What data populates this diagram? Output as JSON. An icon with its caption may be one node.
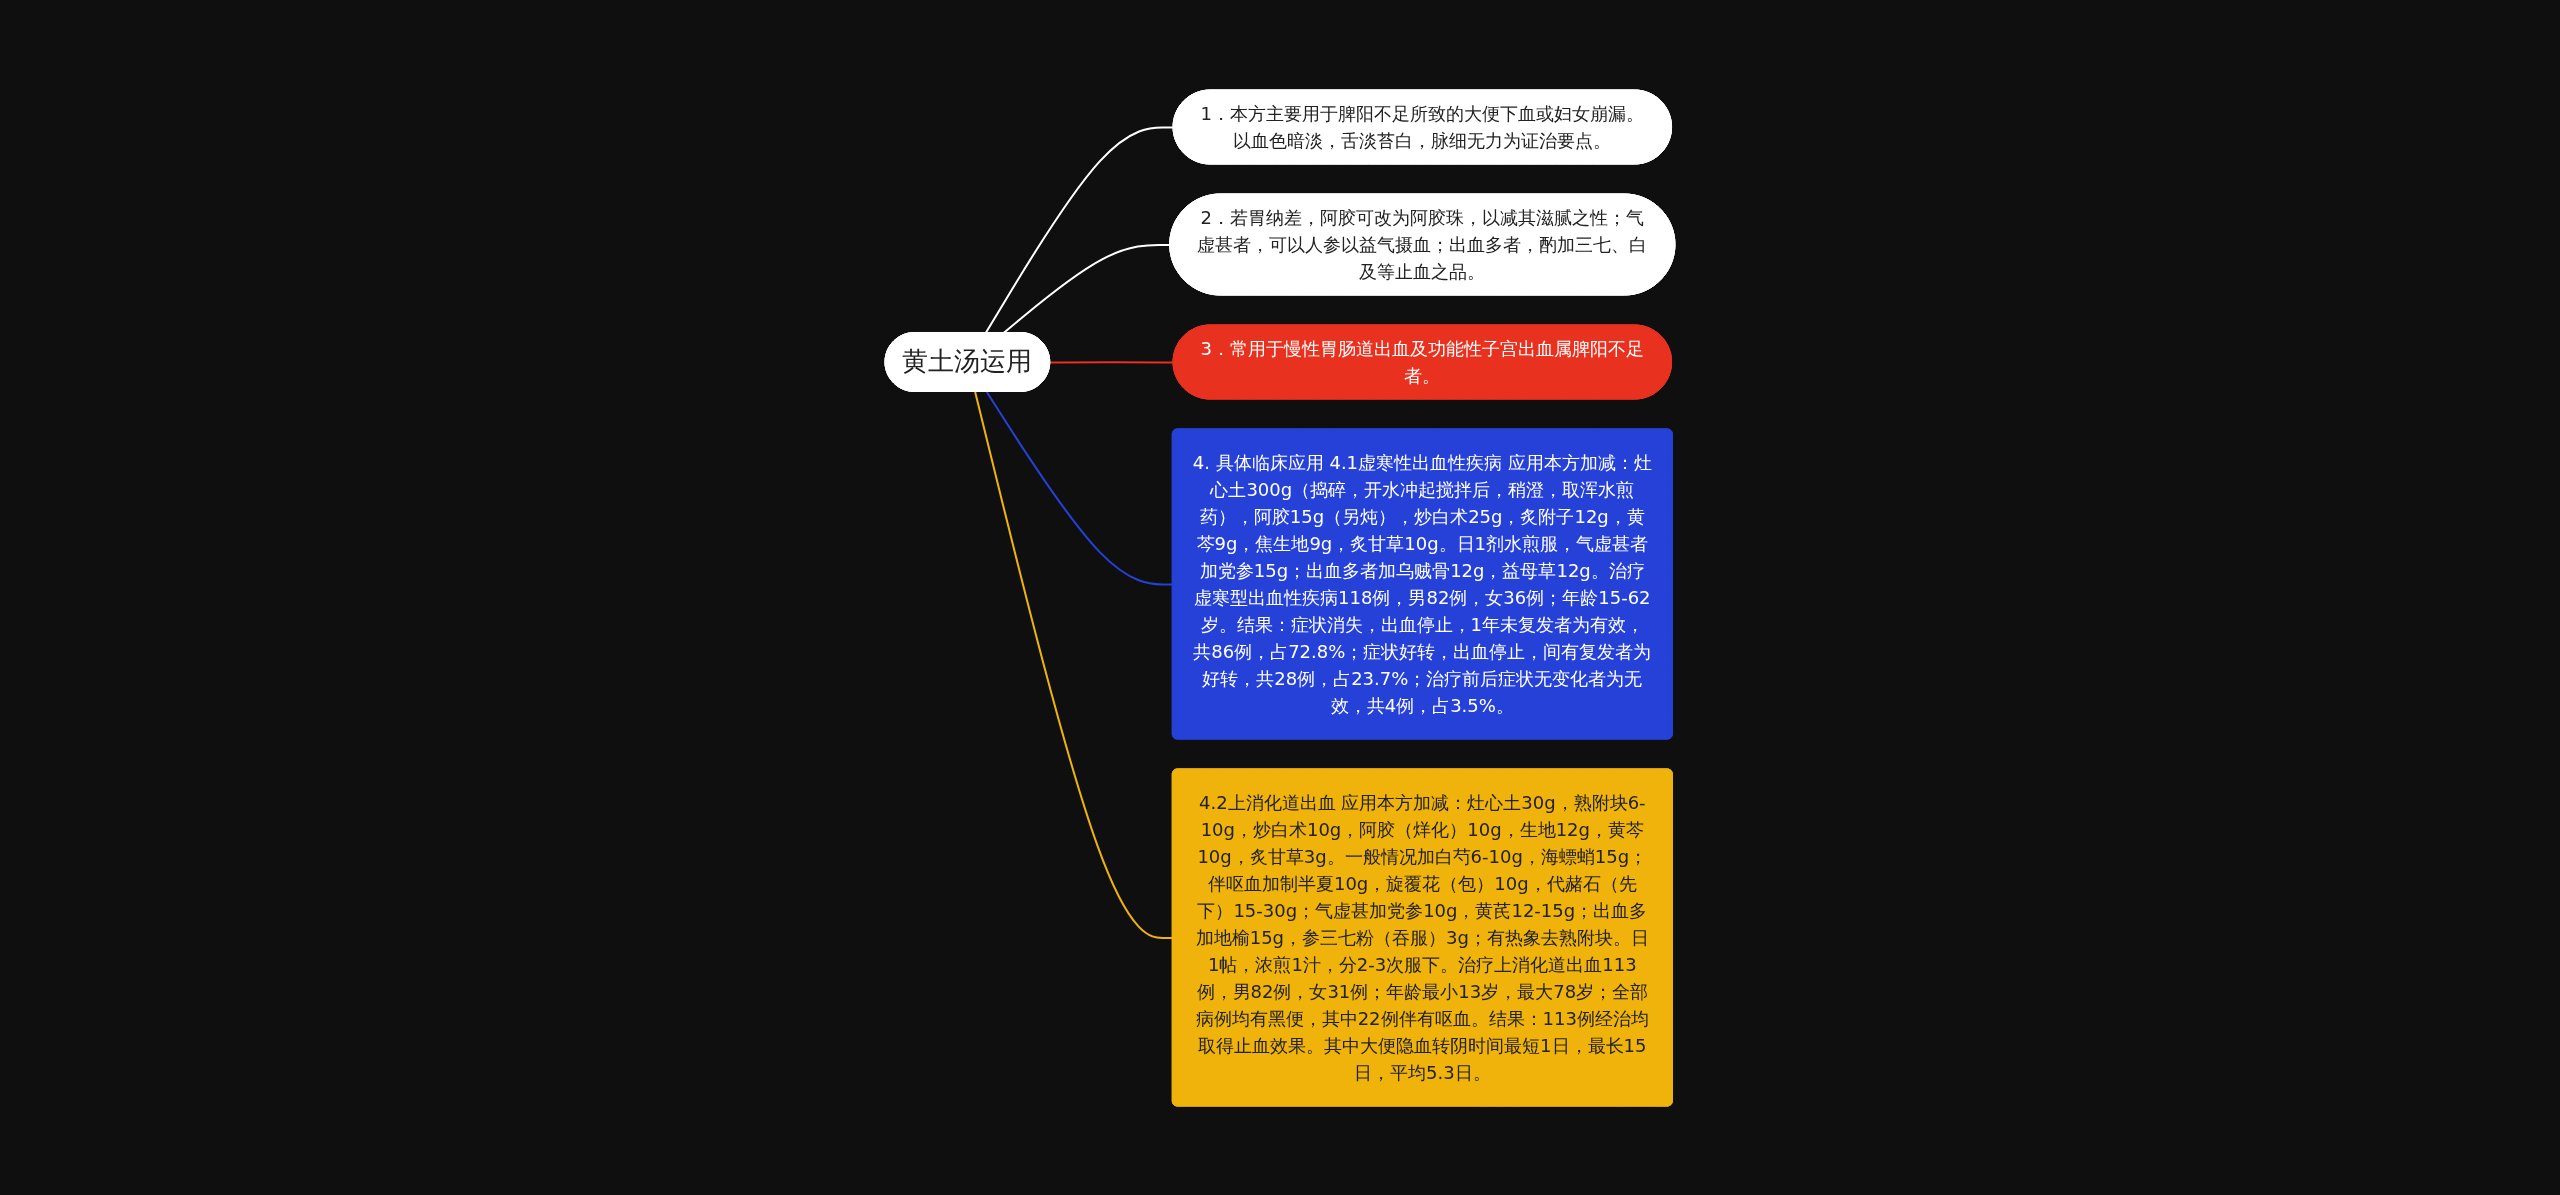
{
  "diagram": {
    "nodes": [
      {
        "text": [
          "1．本方主要用于脾阳不足所致的大便下血或妇女崩漏。以血色暗淡，舌淡苔白，脉细无力为证治要点。"
        ]
      },
      {
        "text": [
          "2．若胃纳差，阿胶可改为阿胶珠，以减其滋腻之性；气虚甚者，可以人参以益气摄血；出血多者，酌加三七、白及等止血之品。"
        ]
      },
      {
        "text": [
          "3．常用于慢性胃肠道出血及功能性子宫出血属脾阳不足者。"
        ]
      },
      {
        "text": [
          "黄土汤运用"
        ]
      },
      {
        "text": [
          "4. 具体临床应用 4.1虚寒性出血性疾病 应用本方加减：灶心土300g（捣碎，开水冲起搅拌后，稍澄，取浑水煎药），阿胶15g（另炖），炒白术25g，炙附子12g，黄芩9g，焦生地9g，炙甘草10g。日1剂水煎服，气虚甚者加党参15g；出血多者加乌贼骨12g，益母草12g。治疗虚寒型出血性疾病118例，男82例，女36例；年龄15-62岁。结果：症状消失，出血停止，1年未复发者为有效，共86例，占72.8%；症状好转，出血停止，间有复发者为好转，共28例，占23.7%；治疗前后症状无变化者为无效，共4例，占3.5%。"
        ]
      },
      {
        "text": [
          "4.2上消化道出血 应用本方加减：灶心土30g，熟附块6-10g，炒白术10g，阿胶（烊化）10g，生地12g，黄芩10g，炙甘草3g。一般情况加白芍6-10g，海螵蛸15g；伴呕血加制半夏10g，旋覆花（包）10g，代赭石（先下）15-30g；气虚甚加党参10g，黄芪12-15g；出血多加地榆15g，参三七粉（吞服）3g；有热象去熟附块。日1帖，浓煎1汁，分2-3次服下。治疗上消化道出血113例，男82例，女31例；年龄最小13岁，最大78岁；全部病例均有黑便，其中22例伴有呕血。结果：113例经治均取得止血效果。其中大便隐血转阴时间最短1日，最长15日，平均5.3日。"
        ]
      }
    ],
    "edges": [
      {
        "from": 3,
        "to": 0,
        "arrow": "none",
        "color": "#ffffff"
      },
      {
        "from": 3,
        "to": 1,
        "arrow": "none",
        "color": "#ffffff"
      },
      {
        "from": 3,
        "to": 2,
        "arrow": "none",
        "color": "#e8311f"
      },
      {
        "from": 3,
        "to": 4,
        "arrow": "none",
        "color": "#2541d8"
      },
      {
        "from": 3,
        "to": 5,
        "arrow": "none",
        "color": "#f0b30c"
      }
    ]
  }
}
